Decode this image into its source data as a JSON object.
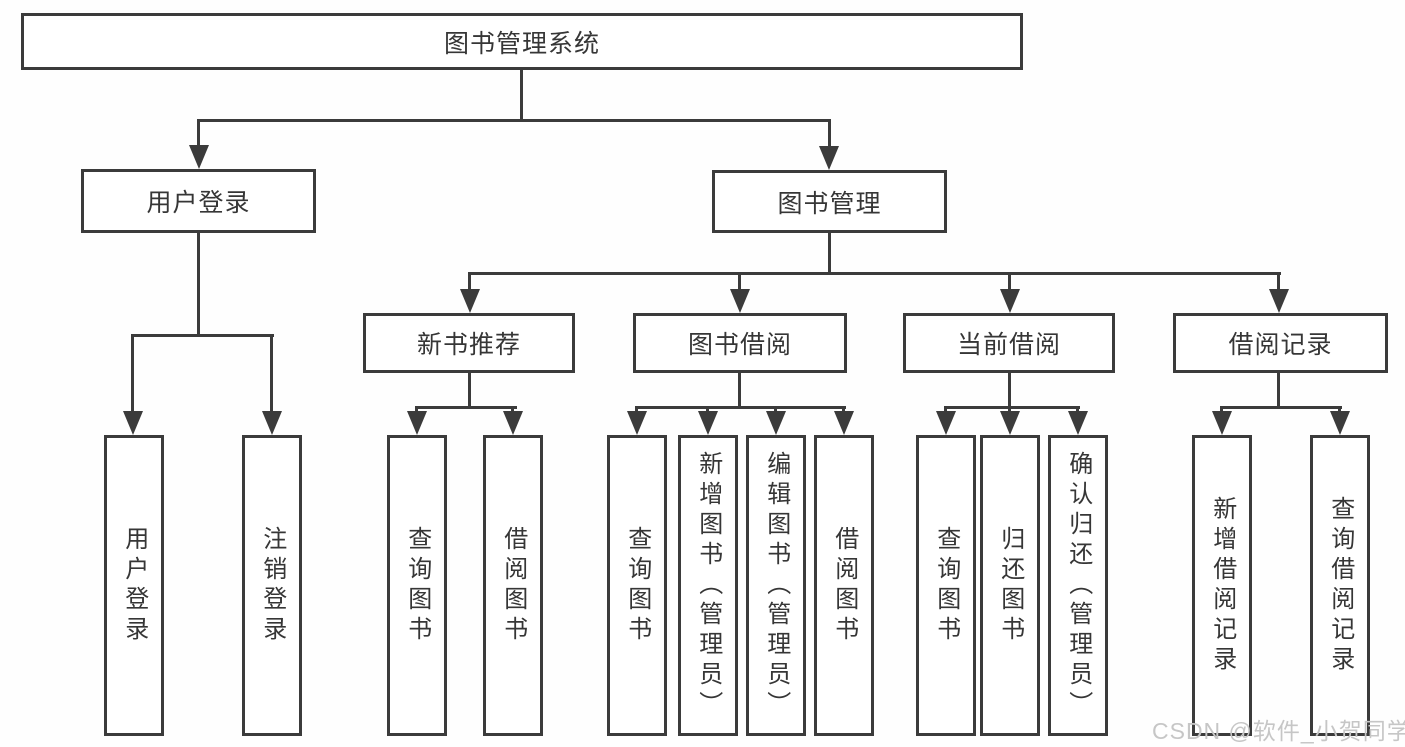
{
  "diagram": {
    "title": "图书管理系统",
    "root": {
      "label": "图书管理系统"
    },
    "level2": [
      {
        "label": "用户登录"
      },
      {
        "label": "图书管理"
      }
    ],
    "login_children": [
      {
        "label": "用户登录"
      },
      {
        "label": "注销登录"
      }
    ],
    "sections": [
      {
        "label": "新书推荐",
        "children": [
          {
            "label": "查询图书"
          },
          {
            "label": "借阅图书"
          }
        ]
      },
      {
        "label": "图书借阅",
        "children": [
          {
            "label": "查询图书"
          },
          {
            "label": "新增图书（管理员）"
          },
          {
            "label": "编辑图书（管理员）"
          },
          {
            "label": "借阅图书"
          }
        ]
      },
      {
        "label": "当前借阅",
        "children": [
          {
            "label": "查询图书"
          },
          {
            "label": "归还图书"
          },
          {
            "label": "确认归还（管理员）"
          }
        ]
      },
      {
        "label": "借阅记录",
        "children": [
          {
            "label": "新增借阅记录"
          },
          {
            "label": "查询借阅记录"
          }
        ]
      }
    ],
    "watermark": "CSDN @软件_小贺同学",
    "colors": {
      "line": "#3b3b3b",
      "text": "#363636",
      "watermark": "#c6c6c6",
      "background": "#ffffff"
    }
  }
}
